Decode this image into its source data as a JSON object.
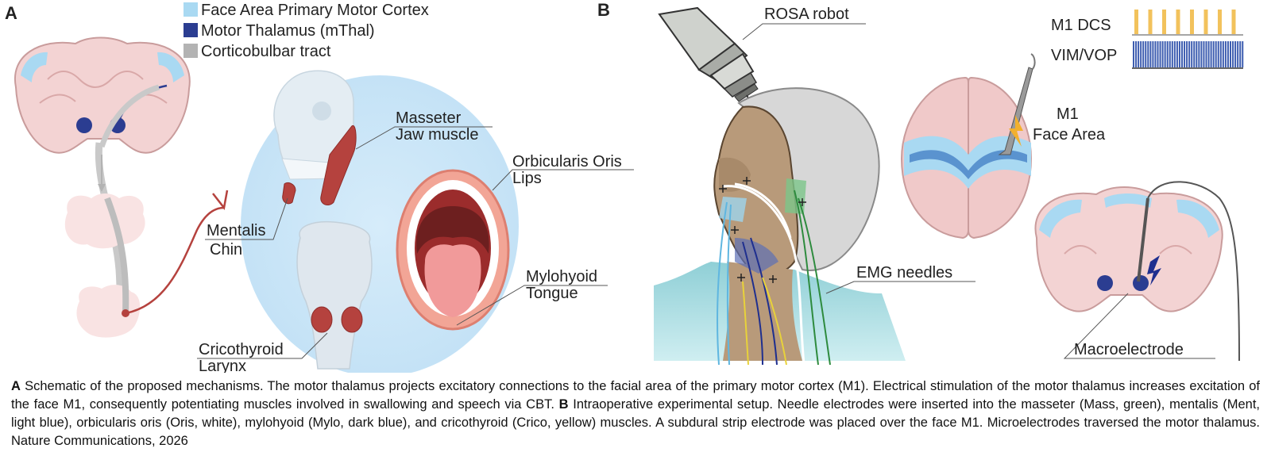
{
  "panels": {
    "a_letter": "A",
    "b_letter": "B"
  },
  "legend": [
    {
      "label": "Face Area Primary Motor Cortex",
      "color": "#a9d9f2"
    },
    {
      "label": "Motor Thalamus (mThal)",
      "color": "#2b3d91"
    },
    {
      "label": "Corticobulbar tract",
      "color": "#b3b3b3"
    }
  ],
  "panel_a": {
    "masseter": [
      "Masseter",
      "Jaw muscle"
    ],
    "orbicularis": [
      "Orbicularis Oris",
      "Lips"
    ],
    "mentalis": [
      "Mentalis",
      "Chin"
    ],
    "mylohyoid": [
      "Mylohyoid",
      "Tongue"
    ],
    "cricothyroid": [
      "Cricothyroid",
      "Larynx"
    ]
  },
  "panel_b": {
    "rosa": "ROSA robot",
    "emg": "EMG needles",
    "m1": [
      "M1",
      "Face Area"
    ],
    "m1_dcs": "M1 DCS",
    "vim_vop": "VIM/VOP",
    "macroelectrode": "Macroelectrode"
  },
  "colors": {
    "brain_tissue": "#f3d3d3",
    "cortex_blue": "#a9d9f2",
    "thalamus": "#2b3d91",
    "tract": "#b3b3b3",
    "muscle": "#b5423e",
    "dcs_pulse": "#f2c25c",
    "vim_pulse": "#3d5db0",
    "mass_green": "#2e8b3e",
    "ment_lightblue": "#5fb6e0",
    "oris_white": "#ffffff",
    "mylo_darkblue": "#1f2f8f",
    "crico_yellow": "#e8d23a"
  },
  "caption": {
    "a_letter": "A",
    "a_text": " Schematic of the proposed mechanisms. The motor thalamus projects excitatory connections to the facial area of the primary motor cortex (M1). Electrical stimulation of the motor thalamus increases excitation of the face M1, consequently potentiating muscles involved in swallowing and speech via CBT.  ",
    "b_letter": "B",
    "b_text": " Intraoperative experimental setup. Needle electrodes were inserted into the masseter (Mass, green), mentalis (Ment, light blue), orbicularis oris (Oris, white), mylohyoid (Mylo, dark blue), and cricothyroid (Crico, yellow) muscles. A subdural strip electrode was placed over the face M1. Microelectrodes traversed the motor thalamus. Nature Communications, 2026"
  }
}
